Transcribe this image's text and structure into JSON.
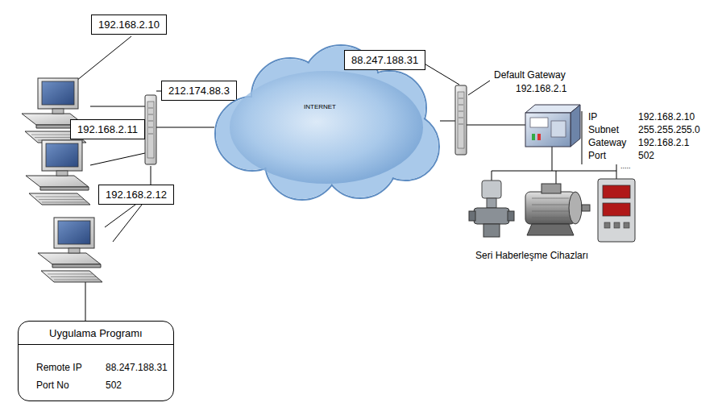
{
  "diagram": {
    "nodes": [
      {
        "text": [
          "192.168.2.10"
        ]
      },
      {
        "text": [
          "212.174.88.3"
        ]
      },
      {
        "text": [
          "192.168.2.11"
        ]
      },
      {
        "text": [
          "192.168.2.12"
        ]
      },
      {
        "text": [
          "INTERNET"
        ]
      },
      {
        "text": [
          "88.247.188.31"
        ]
      },
      {
        "text": [
          "Uygulama Programı",
          "Remote IP",
          "88.247.188.31",
          "Port No",
          "502"
        ]
      }
    ],
    "labels": [
      "Default Gateway",
      "192.168.2.1",
      "IP",
      "192.168.2.10",
      "Subnet",
      "255.255.255.0",
      "Gateway",
      "192.168.2.1",
      "Port",
      "502",
      ".....",
      "Seri Haberleşme Cihazları"
    ]
  }
}
